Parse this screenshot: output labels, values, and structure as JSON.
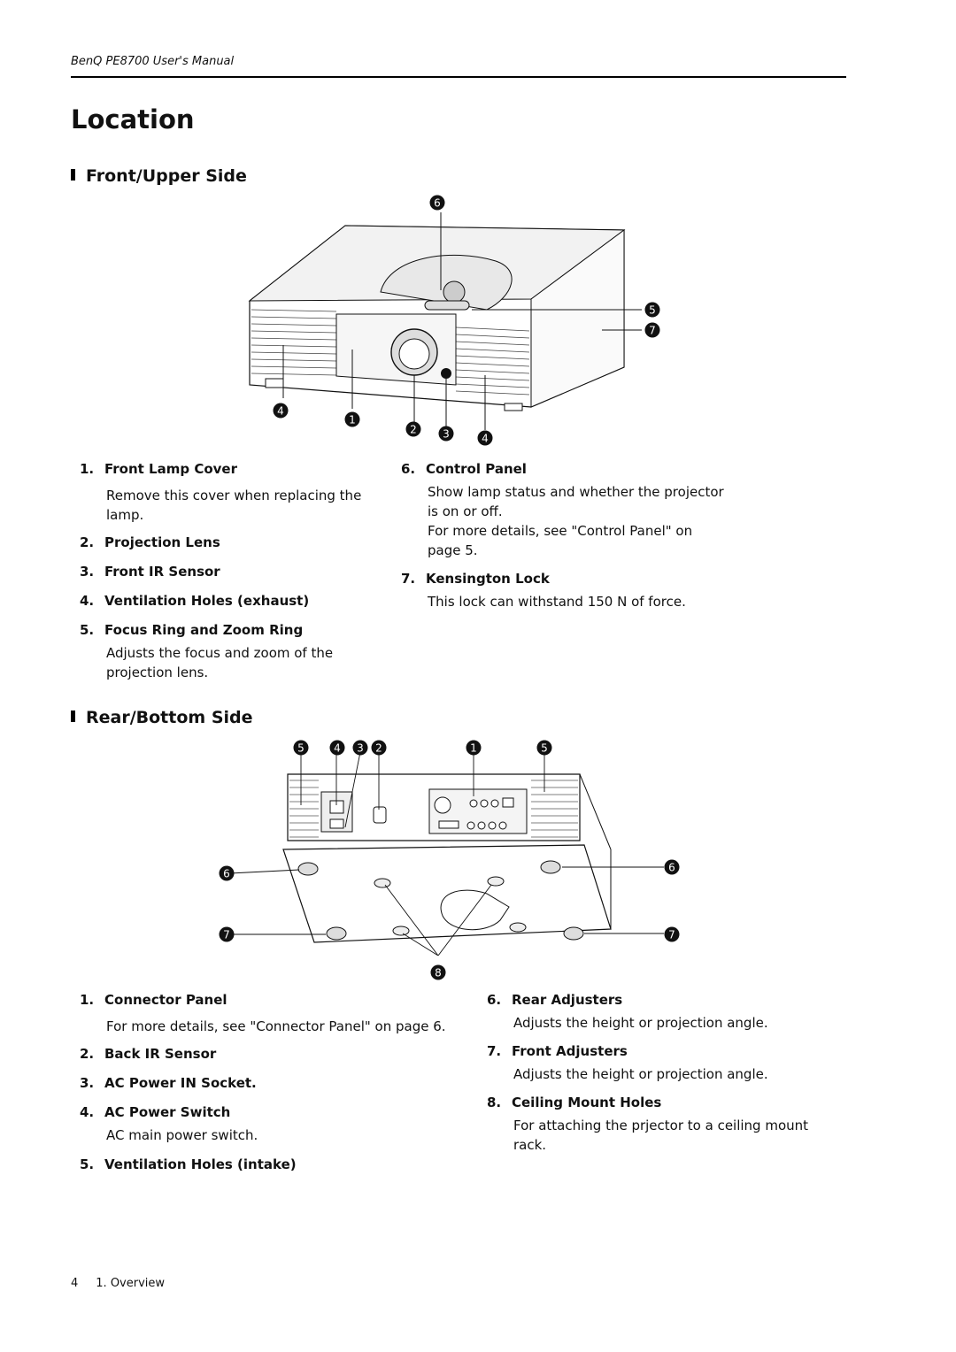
{
  "header": {
    "manual_title": "BenQ PE8700 User's Manual"
  },
  "page_title": "Location",
  "front": {
    "heading": "Front/Upper Side",
    "callouts": [
      "6",
      "5",
      "7",
      "4",
      "1",
      "2",
      "3",
      "4"
    ],
    "items": [
      {
        "num": "1.",
        "label": "Front Lamp Cover",
        "desc": [
          "Remove this cover when replacing the",
          "lamp."
        ]
      },
      {
        "num": "2.",
        "label": "Projection Lens"
      },
      {
        "num": "3.",
        "label": "Front IR Sensor"
      },
      {
        "num": "4.",
        "label": "Ventilation Holes (exhaust)"
      },
      {
        "num": "5.",
        "label": "Focus Ring and Zoom Ring",
        "desc": [
          "Adjusts the focus and zoom of the",
          "projection lens."
        ]
      },
      {
        "num": "6.",
        "label": "Control Panel",
        "desc": [
          "Show lamp status and whether the projector",
          "is on or off.",
          "For more details, see \"Control Panel\" on",
          "page 5."
        ]
      },
      {
        "num": "7.",
        "label": "Kensington Lock",
        "desc": [
          "This lock can withstand 150 N of force."
        ]
      }
    ]
  },
  "rear": {
    "heading": "Rear/Bottom Side",
    "callouts": [
      "5",
      "4",
      "3",
      "2",
      "1",
      "5",
      "6",
      "6",
      "7",
      "7",
      "8"
    ],
    "items": [
      {
        "num": "1.",
        "label": "Connector Panel",
        "desc": [
          "For more details, see \"Connector Panel\" on page 6."
        ]
      },
      {
        "num": "2.",
        "label": "Back IR Sensor"
      },
      {
        "num": "3.",
        "label": "AC Power IN Socket."
      },
      {
        "num": "4.",
        "label": "AC Power Switch",
        "desc": [
          "AC main power switch."
        ]
      },
      {
        "num": "5.",
        "label": "Ventilation Holes (intake)"
      },
      {
        "num": "6.",
        "label": "Rear Adjusters",
        "desc": [
          "Adjusts the height or projection angle."
        ]
      },
      {
        "num": "7.",
        "label": "Front Adjusters",
        "desc": [
          "Adjusts the height or projection angle."
        ]
      },
      {
        "num": "8.",
        "label": "Ceiling Mount Holes",
        "desc": [
          "For attaching the prjector to a ceiling mount",
          "rack."
        ]
      }
    ]
  },
  "footer": {
    "page_number": "4",
    "chapter": "1. Overview"
  }
}
